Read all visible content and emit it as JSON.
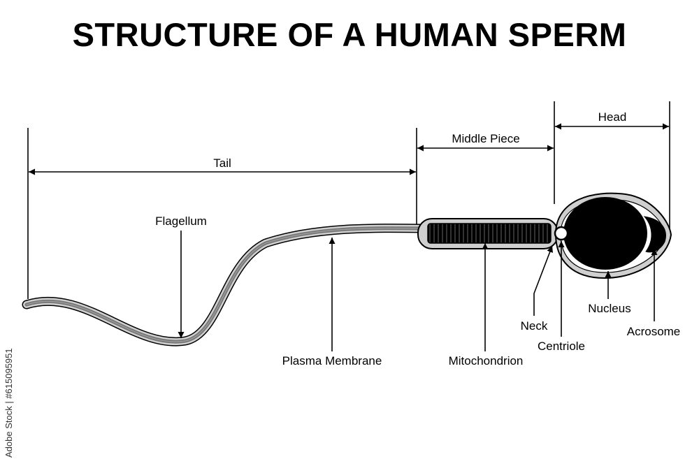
{
  "title": "STRUCTURE OF A HUMAN SPERM",
  "sections": {
    "tail": "Tail",
    "middle_piece": "Middle Piece",
    "head": "Head"
  },
  "labels": {
    "flagellum": "Flagellum",
    "plasma_membrane": "Plasma Membrane",
    "mitochondrion": "Mitochondrion",
    "neck": "Neck",
    "centriole": "Centriole",
    "nucleus": "Nucleus",
    "acrosome": "Acrosome"
  },
  "watermark": "Adobe Stock | #615095951",
  "colors": {
    "background": "#ffffff",
    "outline": "#000000",
    "membrane": "#d0d0d0",
    "tail_core": "#7a7a7a",
    "nucleus": "#000000"
  }
}
